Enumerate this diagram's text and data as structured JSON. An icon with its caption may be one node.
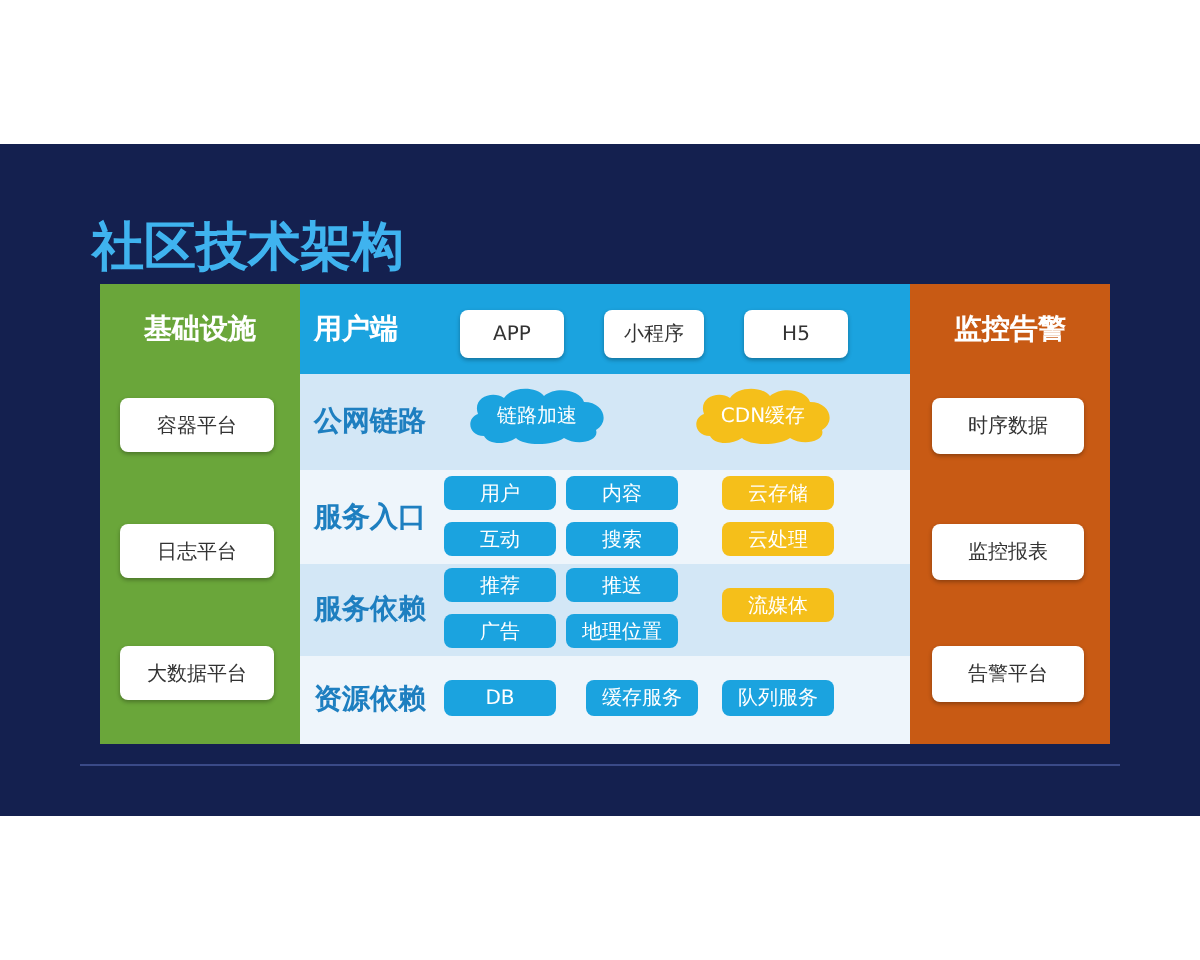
{
  "diagram": {
    "title": "社区技术架构",
    "nodes": [
      {
        "text": [
          "基础设施"
        ]
      },
      {
        "text": [
          "容器平台"
        ],
        "in": 0
      },
      {
        "text": [
          "日志平台"
        ],
        "in": 0
      },
      {
        "text": [
          "大数据平台"
        ],
        "in": 0
      },
      {
        "text": [
          "用户端"
        ]
      },
      {
        "text": [
          "APP"
        ],
        "in": 4
      },
      {
        "text": [
          "小程序"
        ],
        "in": 4
      },
      {
        "text": [
          "H5"
        ],
        "in": 4
      },
      {
        "text": [
          "公网链路"
        ]
      },
      {
        "text": [
          "链路加速"
        ],
        "in": 8
      },
      {
        "text": [
          "CDN缓存"
        ],
        "in": 8
      },
      {
        "text": [
          "服务入口"
        ]
      },
      {
        "text": [
          "用户"
        ],
        "in": 11
      },
      {
        "text": [
          "内容"
        ],
        "in": 11
      },
      {
        "text": [
          "云存储"
        ],
        "in": 11
      },
      {
        "text": [
          "互动"
        ],
        "in": 11
      },
      {
        "text": [
          "搜索"
        ],
        "in": 11
      },
      {
        "text": [
          "云处理"
        ],
        "in": 11
      },
      {
        "text": [
          "服务依赖"
        ]
      },
      {
        "text": [
          "推荐"
        ],
        "in": 18
      },
      {
        "text": [
          "推送"
        ],
        "in": 18
      },
      {
        "text": [
          "流媒体"
        ],
        "in": 18
      },
      {
        "text": [
          "广告"
        ],
        "in": 18
      },
      {
        "text": [
          "地理位置"
        ],
        "in": 18
      },
      {
        "text": [
          "资源依赖"
        ]
      },
      {
        "text": [
          "DB"
        ],
        "in": 24
      },
      {
        "text": [
          "缓存服务"
        ],
        "in": 24
      },
      {
        "text": [
          "队列服务"
        ],
        "in": 24
      },
      {
        "text": [
          "监控告警"
        ]
      },
      {
        "text": [
          "时序数据"
        ],
        "in": 28
      },
      {
        "text": [
          "监控报表"
        ],
        "in": 28
      },
      {
        "text": [
          "告警平台"
        ],
        "in": 28
      }
    ],
    "edges": []
  }
}
